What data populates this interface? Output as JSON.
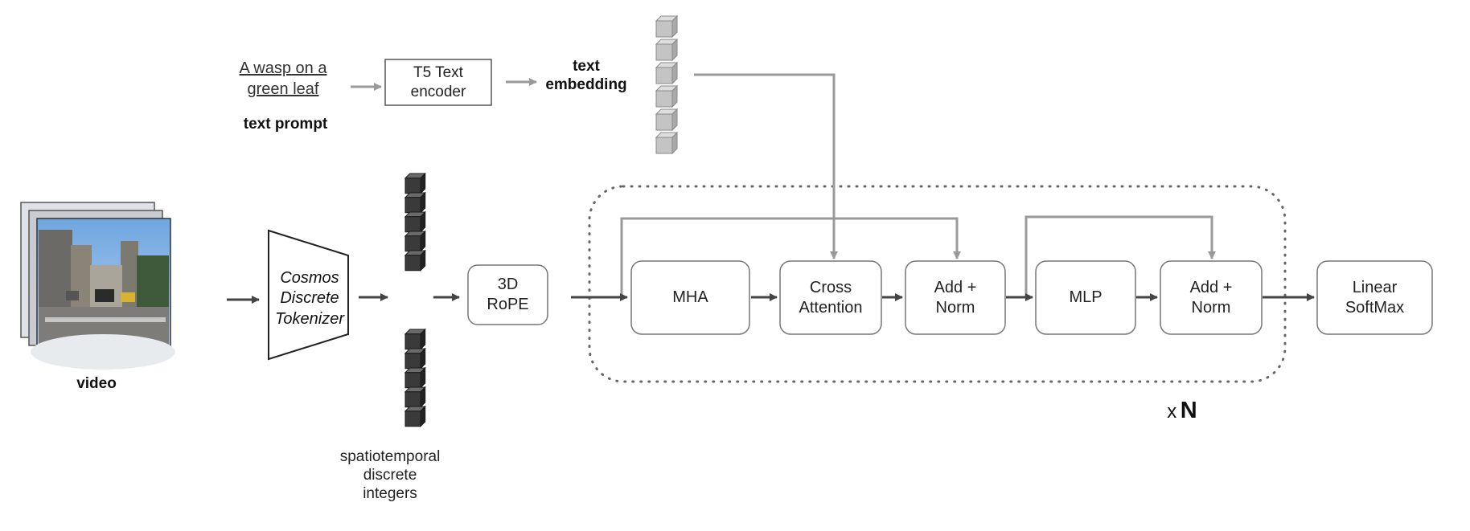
{
  "prompt": {
    "line1": "A wasp on a",
    "line2": "green leaf",
    "caption": "text prompt"
  },
  "t5": {
    "line1": "T5 Text",
    "line2": "encoder"
  },
  "embedding": {
    "line1": "text",
    "line2": "embedding"
  },
  "video": {
    "caption": "video"
  },
  "tokenizer": {
    "line1": "Cosmos",
    "line2": "Discrete",
    "line3": "Tokenizer"
  },
  "tokens": {
    "line1": "spatiotemporal",
    "line2": "discrete",
    "line3": "integers"
  },
  "rope": {
    "line1": "3D",
    "line2": "RoPE"
  },
  "blocks": {
    "mha": "MHA",
    "cross": {
      "line1": "Cross",
      "line2": "Attention"
    },
    "addnorm1": {
      "line1": "Add +",
      "line2": "Norm"
    },
    "mlp": "MLP",
    "addnorm2": {
      "line1": "Add +",
      "line2": "Norm"
    },
    "output": {
      "line1": "Linear",
      "line2": "SoftMax"
    }
  },
  "repeat": {
    "prefix": "x",
    "n": "N"
  },
  "colors": {
    "arrow_dark": "#444444",
    "arrow_light": "#9a9a9a",
    "box_border": "#7a7a7a",
    "cube_dark": "#3a3a3a",
    "cube_light": "#c4c4c4"
  }
}
